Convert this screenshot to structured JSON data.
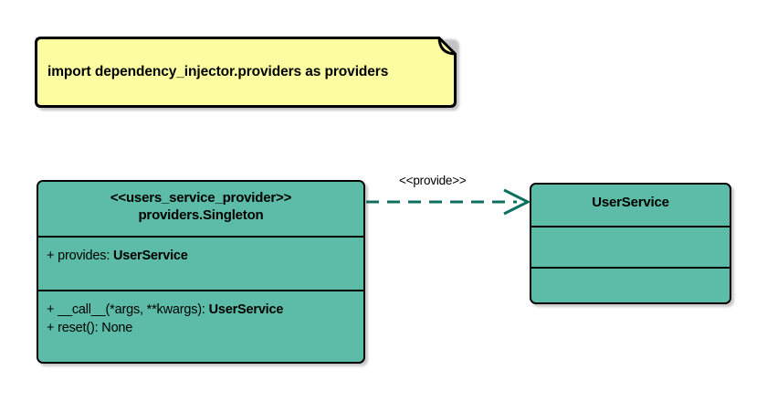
{
  "diagram": {
    "type": "uml-class-diagram",
    "background": "#ffffff",
    "colors": {
      "class_fill": "#5cbca8",
      "note_fill": "#fcfca0",
      "border": "#000000",
      "connector": "#10705f"
    }
  },
  "note": {
    "text": "import dependency_injector.providers as providers",
    "fill": "#fcfca0"
  },
  "classes": [
    {
      "id": "users_service_provider",
      "stereotype": "<<users_service_provider>>",
      "name": "providers.Singleton",
      "attributes": [
        {
          "visibility": "+",
          "name": "provides",
          "separator": ": ",
          "type": "UserService"
        }
      ],
      "operations": [
        {
          "visibility": "+",
          "name": "__call__(*args, **kwargs)",
          "separator": ": ",
          "type": "UserService"
        },
        {
          "visibility": "+",
          "name": "reset()",
          "separator": ": ",
          "type": "None"
        }
      ]
    },
    {
      "id": "UserService",
      "stereotype": "",
      "name": "UserService",
      "attributes": [],
      "operations": []
    }
  ],
  "connector": {
    "label": "<<provide>>",
    "style": "dashed",
    "arrow": "open",
    "from": "users_service_provider",
    "to": "UserService"
  }
}
